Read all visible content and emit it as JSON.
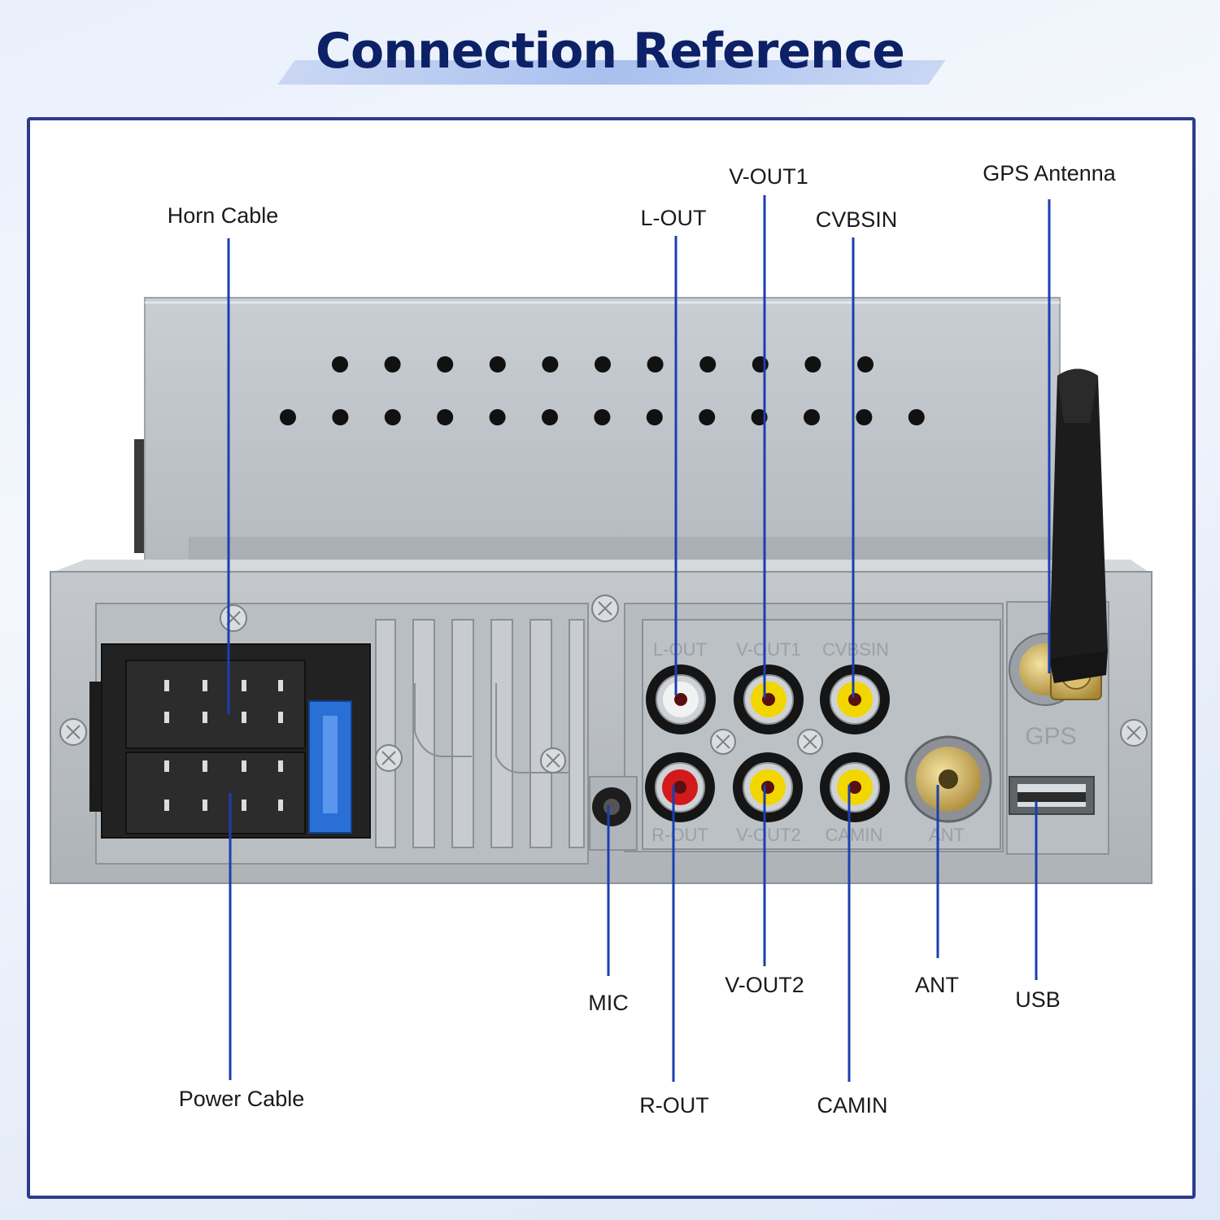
{
  "title": "Connection Reference",
  "labels": {
    "horn_cable": "Horn Cable",
    "power_cable": "Power Cable",
    "l_out": "L-OUT",
    "v_out1": "V-OUT1",
    "cvbsin": "CVBSIN",
    "gps_antenna": "GPS Antenna",
    "mic": "MIC",
    "r_out": "R-OUT",
    "v_out2": "V-OUT2",
    "camin": "CAMIN",
    "ant": "ANT",
    "usb": "USB"
  },
  "panel_stamps": {
    "l_out": "L-OUT",
    "v_out1": "V-OUT1",
    "cvbsin": "CVBSIN",
    "r_out": "R-OUT",
    "v_out2": "V-OUT2",
    "camin": "CAMIN",
    "ant": "ANT",
    "gps": "GPS"
  },
  "colors": {
    "title": "#0d2166",
    "frame": "#2d3b8c",
    "leader": "#1b3fb0",
    "rca_white": "#f2f2f2",
    "rca_red": "#d21a1a",
    "rca_yellow": "#f2d600",
    "fuse": "#2a6fd6"
  }
}
